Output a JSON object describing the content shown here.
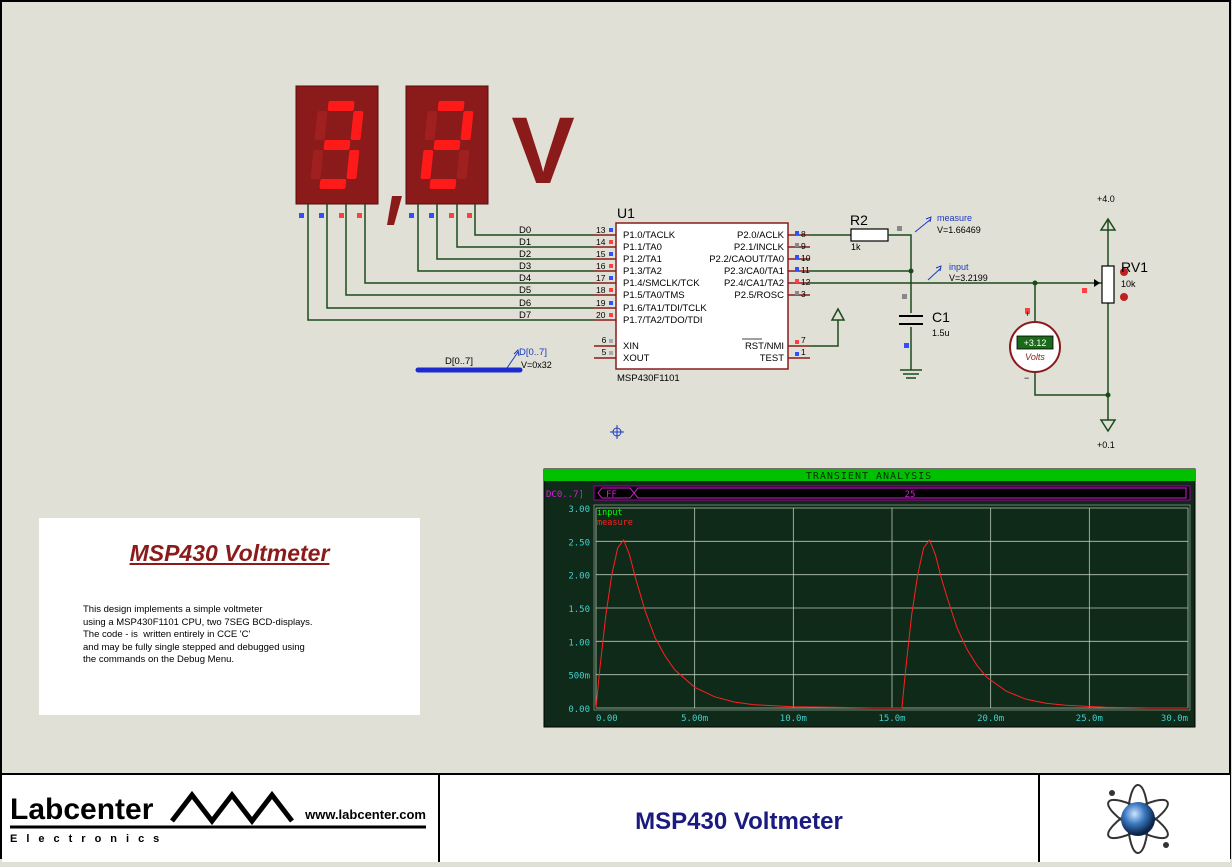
{
  "display": {
    "unit": "V",
    "digit_left": "3",
    "digit_right": "2"
  },
  "mcu": {
    "ref": "U1",
    "part": "MSP430F1101",
    "left_pins": [
      {
        "num": "13",
        "name": "P1.0/TACLK",
        "net": "D0"
      },
      {
        "num": "14",
        "name": "P1.1/TA0",
        "net": "D1"
      },
      {
        "num": "15",
        "name": "P1.2/TA1",
        "net": "D2"
      },
      {
        "num": "16",
        "name": "P1.3/TA2",
        "net": "D3"
      },
      {
        "num": "17",
        "name": "P1.4/SMCLK/TCK",
        "net": "D4"
      },
      {
        "num": "18",
        "name": "P1.5/TA0/TMS",
        "net": "D5"
      },
      {
        "num": "19",
        "name": "P1.6/TA1/TDI/TCLK",
        "net": "D6"
      },
      {
        "num": "20",
        "name": "P1.7/TA2/TDO/TDI",
        "net": "D7"
      }
    ],
    "xin": {
      "num": "6",
      "name": "XIN"
    },
    "xout": {
      "num": "5",
      "name": "XOUT"
    },
    "right_pins": [
      {
        "num": "8",
        "name": "P2.0/ACLK"
      },
      {
        "num": "9",
        "name": "P2.1/INCLK"
      },
      {
        "num": "10",
        "name": "P2.2/CAOUT/TA0"
      },
      {
        "num": "11",
        "name": "P2.3/CA0/TA1"
      },
      {
        "num": "12",
        "name": "P2.4/CA1/TA2"
      },
      {
        "num": "3",
        "name": "P2.5/ROSC"
      }
    ],
    "rst": {
      "num": "7",
      "name": "RST/NMI"
    },
    "test": {
      "num": "1",
      "name": "TEST"
    }
  },
  "r2": {
    "ref": "R2",
    "value": "1k"
  },
  "c1": {
    "ref": "C1",
    "value": "1.5u"
  },
  "rv1": {
    "ref": "RV1",
    "value": "10k"
  },
  "probes": {
    "measure": {
      "label": "measure",
      "value": "V=1.66469"
    },
    "input": {
      "label": "input",
      "value": "V=3.2199"
    },
    "bus": {
      "label": "D[0..7]",
      "value": "V=0x32"
    }
  },
  "bus_label": "D[0..7]",
  "voltmeter": {
    "reading": "+3.12",
    "unit": "Volts",
    "plus": "+",
    "minus": "−"
  },
  "supply": {
    "top": "+4.0",
    "bottom": "+0.1"
  },
  "analysis": {
    "title": "TRANSIENT ANALYSIS",
    "digital_label": "DC0..7]",
    "digital_values": [
      "FF",
      "25"
    ]
  },
  "chart_data": {
    "type": "line",
    "title": "TRANSIENT ANALYSIS",
    "xlabel": "",
    "ylabel": "",
    "x_ticks": [
      "0.00",
      "5.00m",
      "10.0m",
      "15.0m",
      "20.0m",
      "25.0m",
      "30.0m"
    ],
    "y_ticks": [
      "0.00",
      "500m",
      "1.00",
      "1.50",
      "2.00",
      "2.50",
      "3.00"
    ],
    "xlim": [
      0,
      0.03
    ],
    "ylim": [
      0,
      3.0
    ],
    "grid": true,
    "series": [
      {
        "name": "input",
        "color": "#00ff00",
        "x": [],
        "values": []
      },
      {
        "name": "measure",
        "color": "#ff2020",
        "x": [
          0.0,
          0.0002,
          0.0005,
          0.0008,
          0.0011,
          0.0014,
          0.0017,
          0.002,
          0.0025,
          0.003,
          0.0035,
          0.004,
          0.005,
          0.006,
          0.007,
          0.008,
          0.01,
          0.012,
          0.014,
          0.0155,
          0.0157,
          0.016,
          0.0163,
          0.0166,
          0.0169,
          0.0172,
          0.0175,
          0.0178,
          0.0183,
          0.0188,
          0.0193,
          0.0198,
          0.0208,
          0.0218,
          0.0228,
          0.0238,
          0.0258,
          0.028,
          0.03
        ],
        "values": [
          0.0,
          0.6,
          1.4,
          2.0,
          2.4,
          2.52,
          2.3,
          1.95,
          1.45,
          1.05,
          0.78,
          0.57,
          0.31,
          0.17,
          0.09,
          0.05,
          0.02,
          0.01,
          0.0,
          0.0,
          0.6,
          1.4,
          2.0,
          2.4,
          2.52,
          2.3,
          1.95,
          1.65,
          1.2,
          0.88,
          0.64,
          0.46,
          0.25,
          0.13,
          0.07,
          0.04,
          0.01,
          0.0,
          0.0
        ]
      }
    ]
  },
  "description": {
    "title": "MSP430 Voltmeter",
    "lines": [
      "This design implements a simple voltmeter",
      "using a MSP430F1101 CPU, two 7SEG BCD-displays.",
      "",
      "The code - is  written entirely in CCE 'C'",
      "and may be fully single stepped and debugged using",
      "the commands on the Debug Menu."
    ]
  },
  "footer": {
    "logo_text": "Labcenter",
    "logo_sub": "Electronics",
    "url": "www.labcenter.com",
    "title": "MSP430 Voltmeter"
  }
}
